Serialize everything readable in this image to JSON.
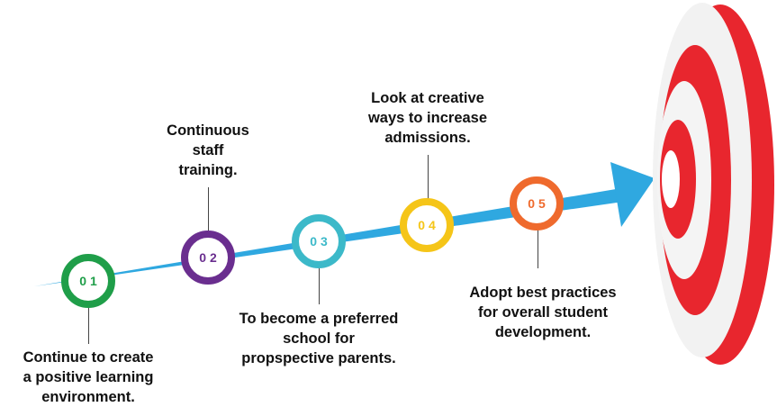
{
  "steps": [
    {
      "number": "01",
      "color": "#1f9e49",
      "text": [
        "Continue to create",
        "a positive learning",
        "environment."
      ]
    },
    {
      "number": "02",
      "color": "#6a2e8f",
      "text": [
        "Continuous",
        "staff",
        "training."
      ]
    },
    {
      "number": "03",
      "color": "#3cb9c9",
      "text": [
        "To become a preferred",
        "school for",
        "propspective parents."
      ]
    },
    {
      "number": "04",
      "color": "#f5c518",
      "text": [
        "Look at creative",
        "ways to increase",
        "admissions."
      ]
    },
    {
      "number": "05",
      "color": "#ef6a2d",
      "text": [
        "Adopt best practices",
        "for overall student",
        "development."
      ]
    }
  ],
  "colors": {
    "arrow": "#2fa8e0",
    "target_red": "#e8262e",
    "target_white": "#ffffff",
    "target_shadow": "#e0e0e0"
  }
}
